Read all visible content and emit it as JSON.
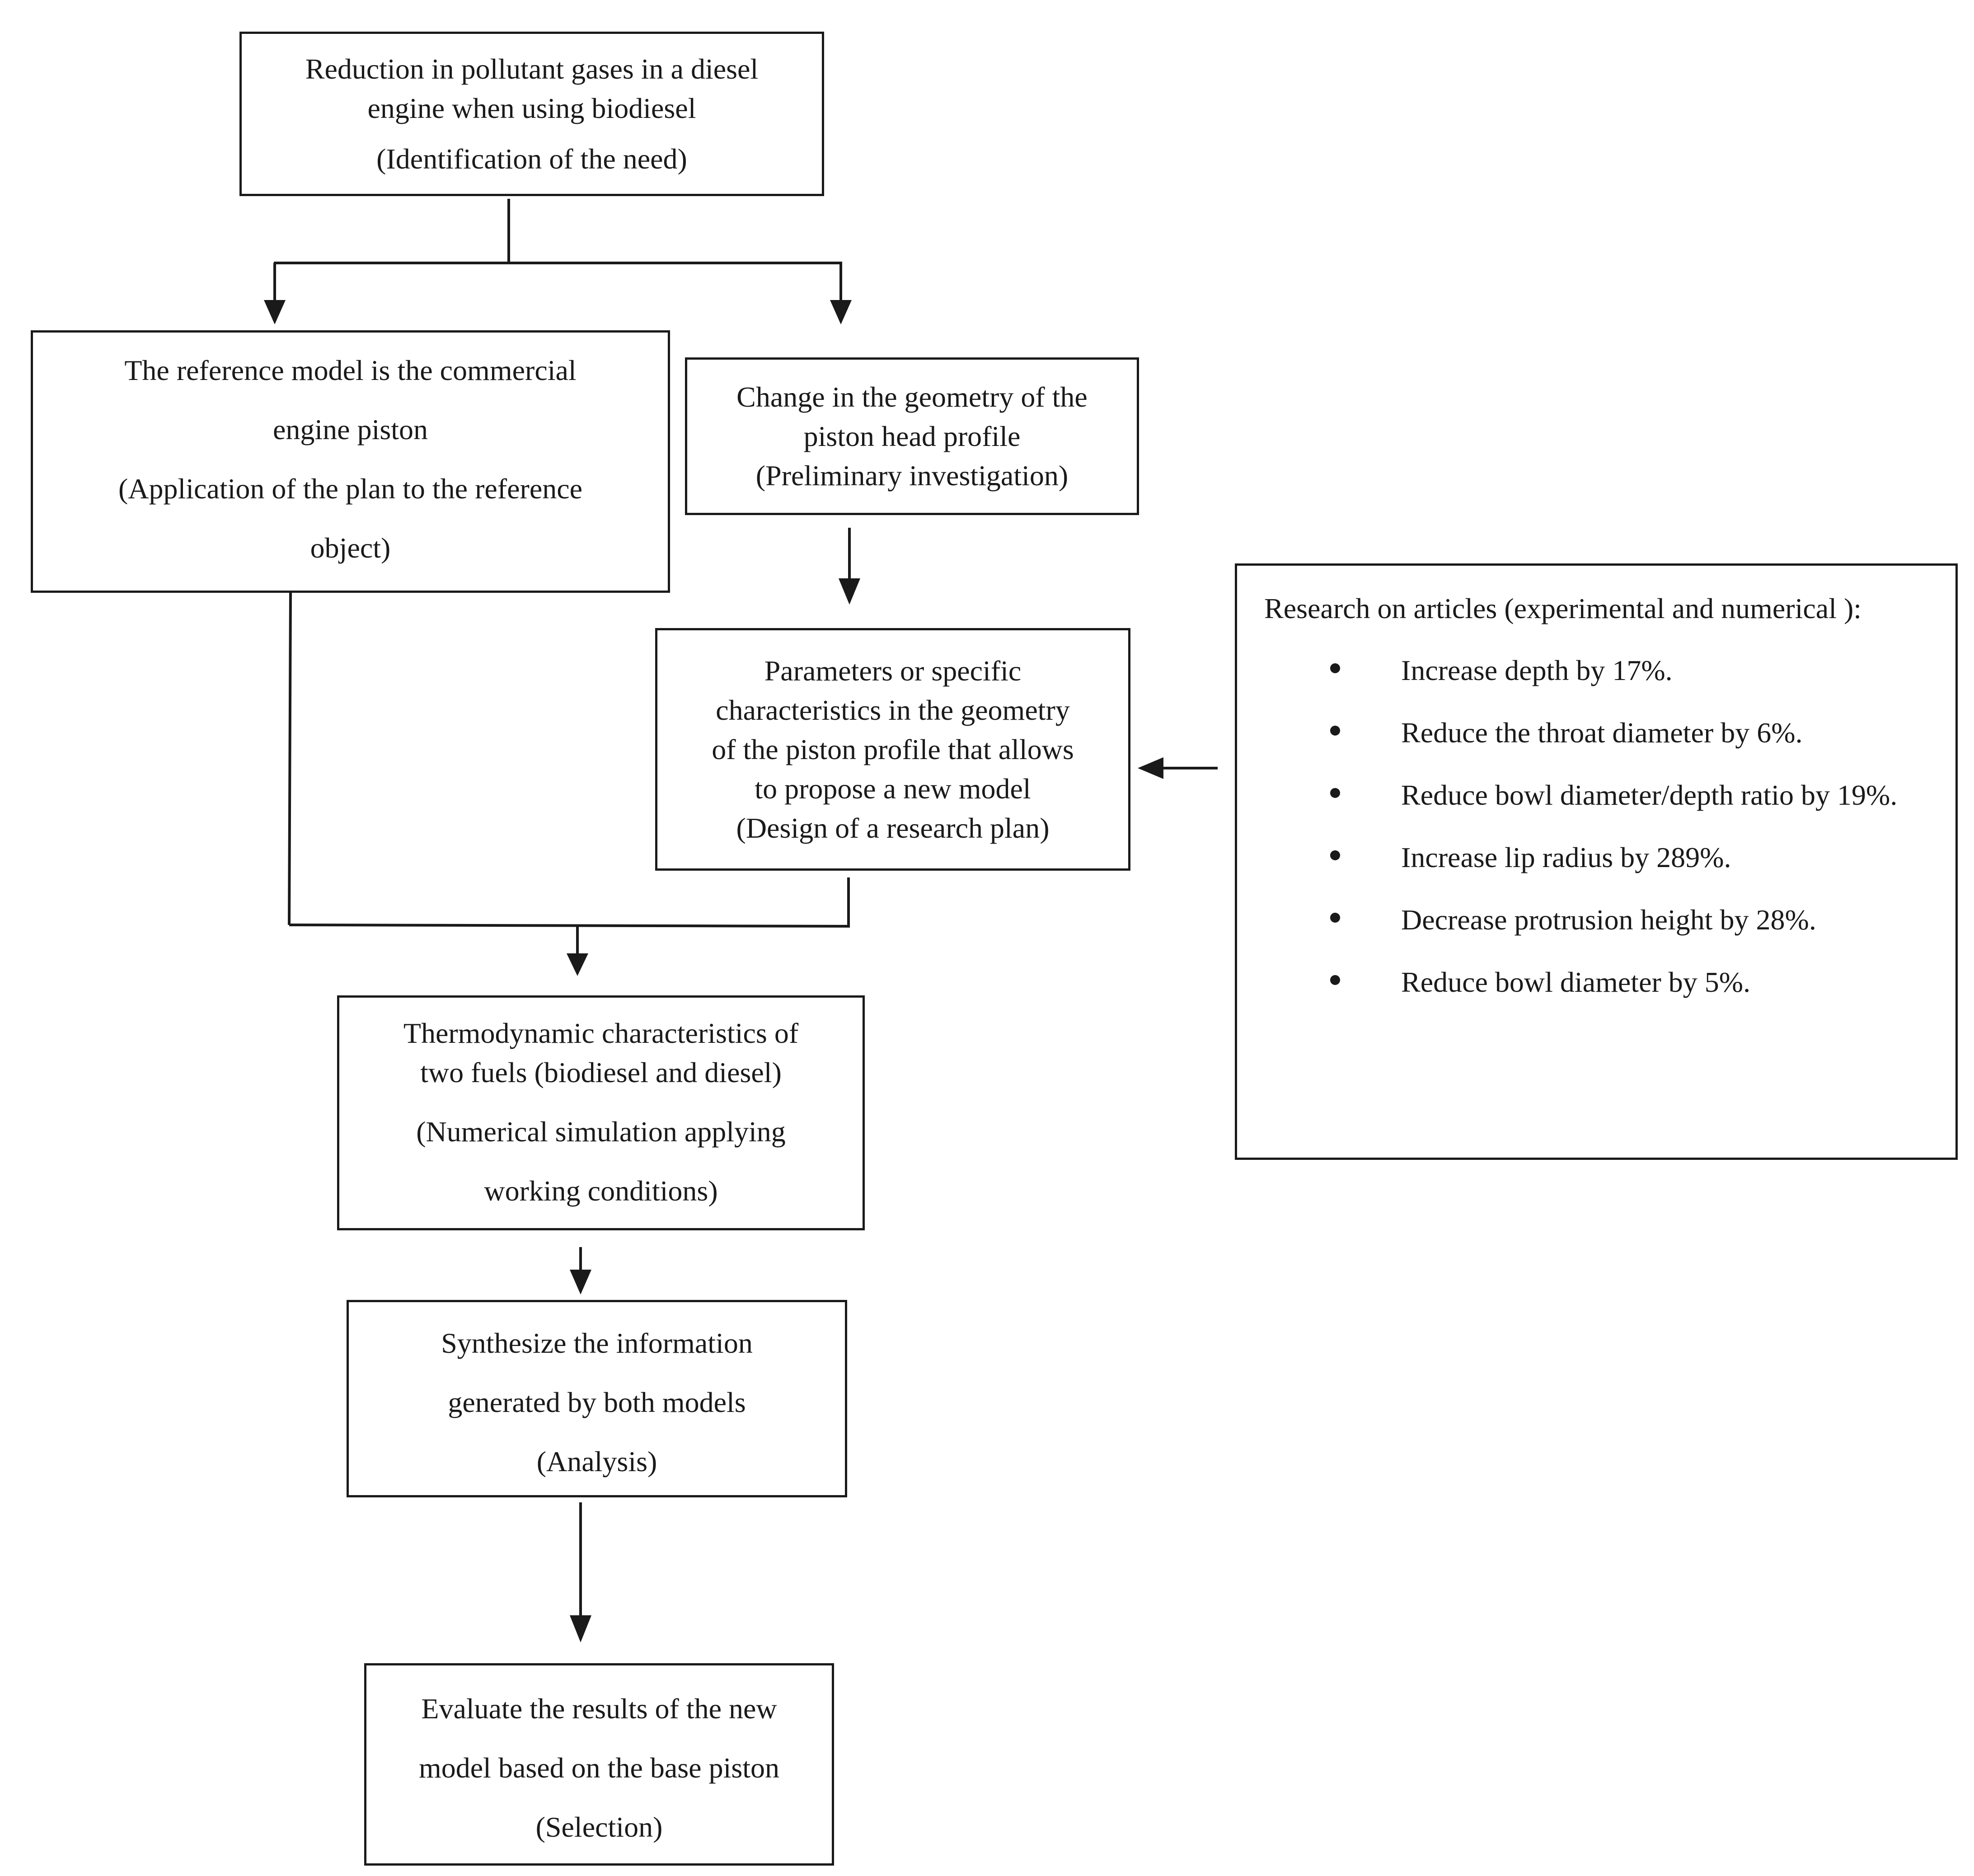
{
  "boxes": {
    "need": {
      "lines": [
        "Reduction in pollutant gases in a diesel",
        "engine when using biodiesel"
      ],
      "stage": "(Identification of the need)"
    },
    "reference": {
      "lines": [
        "The reference model is the commercial",
        "engine piston",
        "(Application of the plan to the reference",
        "object)"
      ]
    },
    "change": {
      "lines": [
        "Change in the geometry of the",
        "piston head profile",
        "(Preliminary investigation)"
      ]
    },
    "parameters": {
      "lines": [
        "Parameters or specific",
        "characteristics in the geometry",
        "of the piston profile that allows",
        "to propose a new model",
        "(Design of a research plan)"
      ]
    },
    "research": {
      "title": "Research on articles (experimental and numerical ):",
      "items": [
        "Increase depth by 17%.",
        "Reduce the throat diameter by 6%.",
        "Reduce bowl diameter/depth ratio by 19%.",
        "Increase lip radius by 289%.",
        "Decrease protrusion height by 28%.",
        "Reduce bowl diameter by 5%."
      ]
    },
    "thermo": {
      "lines": [
        "Thermodynamic characteristics of",
        "two fuels (biodiesel and diesel)",
        "(Numerical simulation applying",
        "working conditions)"
      ]
    },
    "synth": {
      "lines": [
        "Synthesize the information",
        "generated by both models",
        "(Analysis)"
      ]
    },
    "evaluate": {
      "lines": [
        "Evaluate the results of the new",
        "model based on the base piston",
        "(Selection)"
      ]
    }
  }
}
